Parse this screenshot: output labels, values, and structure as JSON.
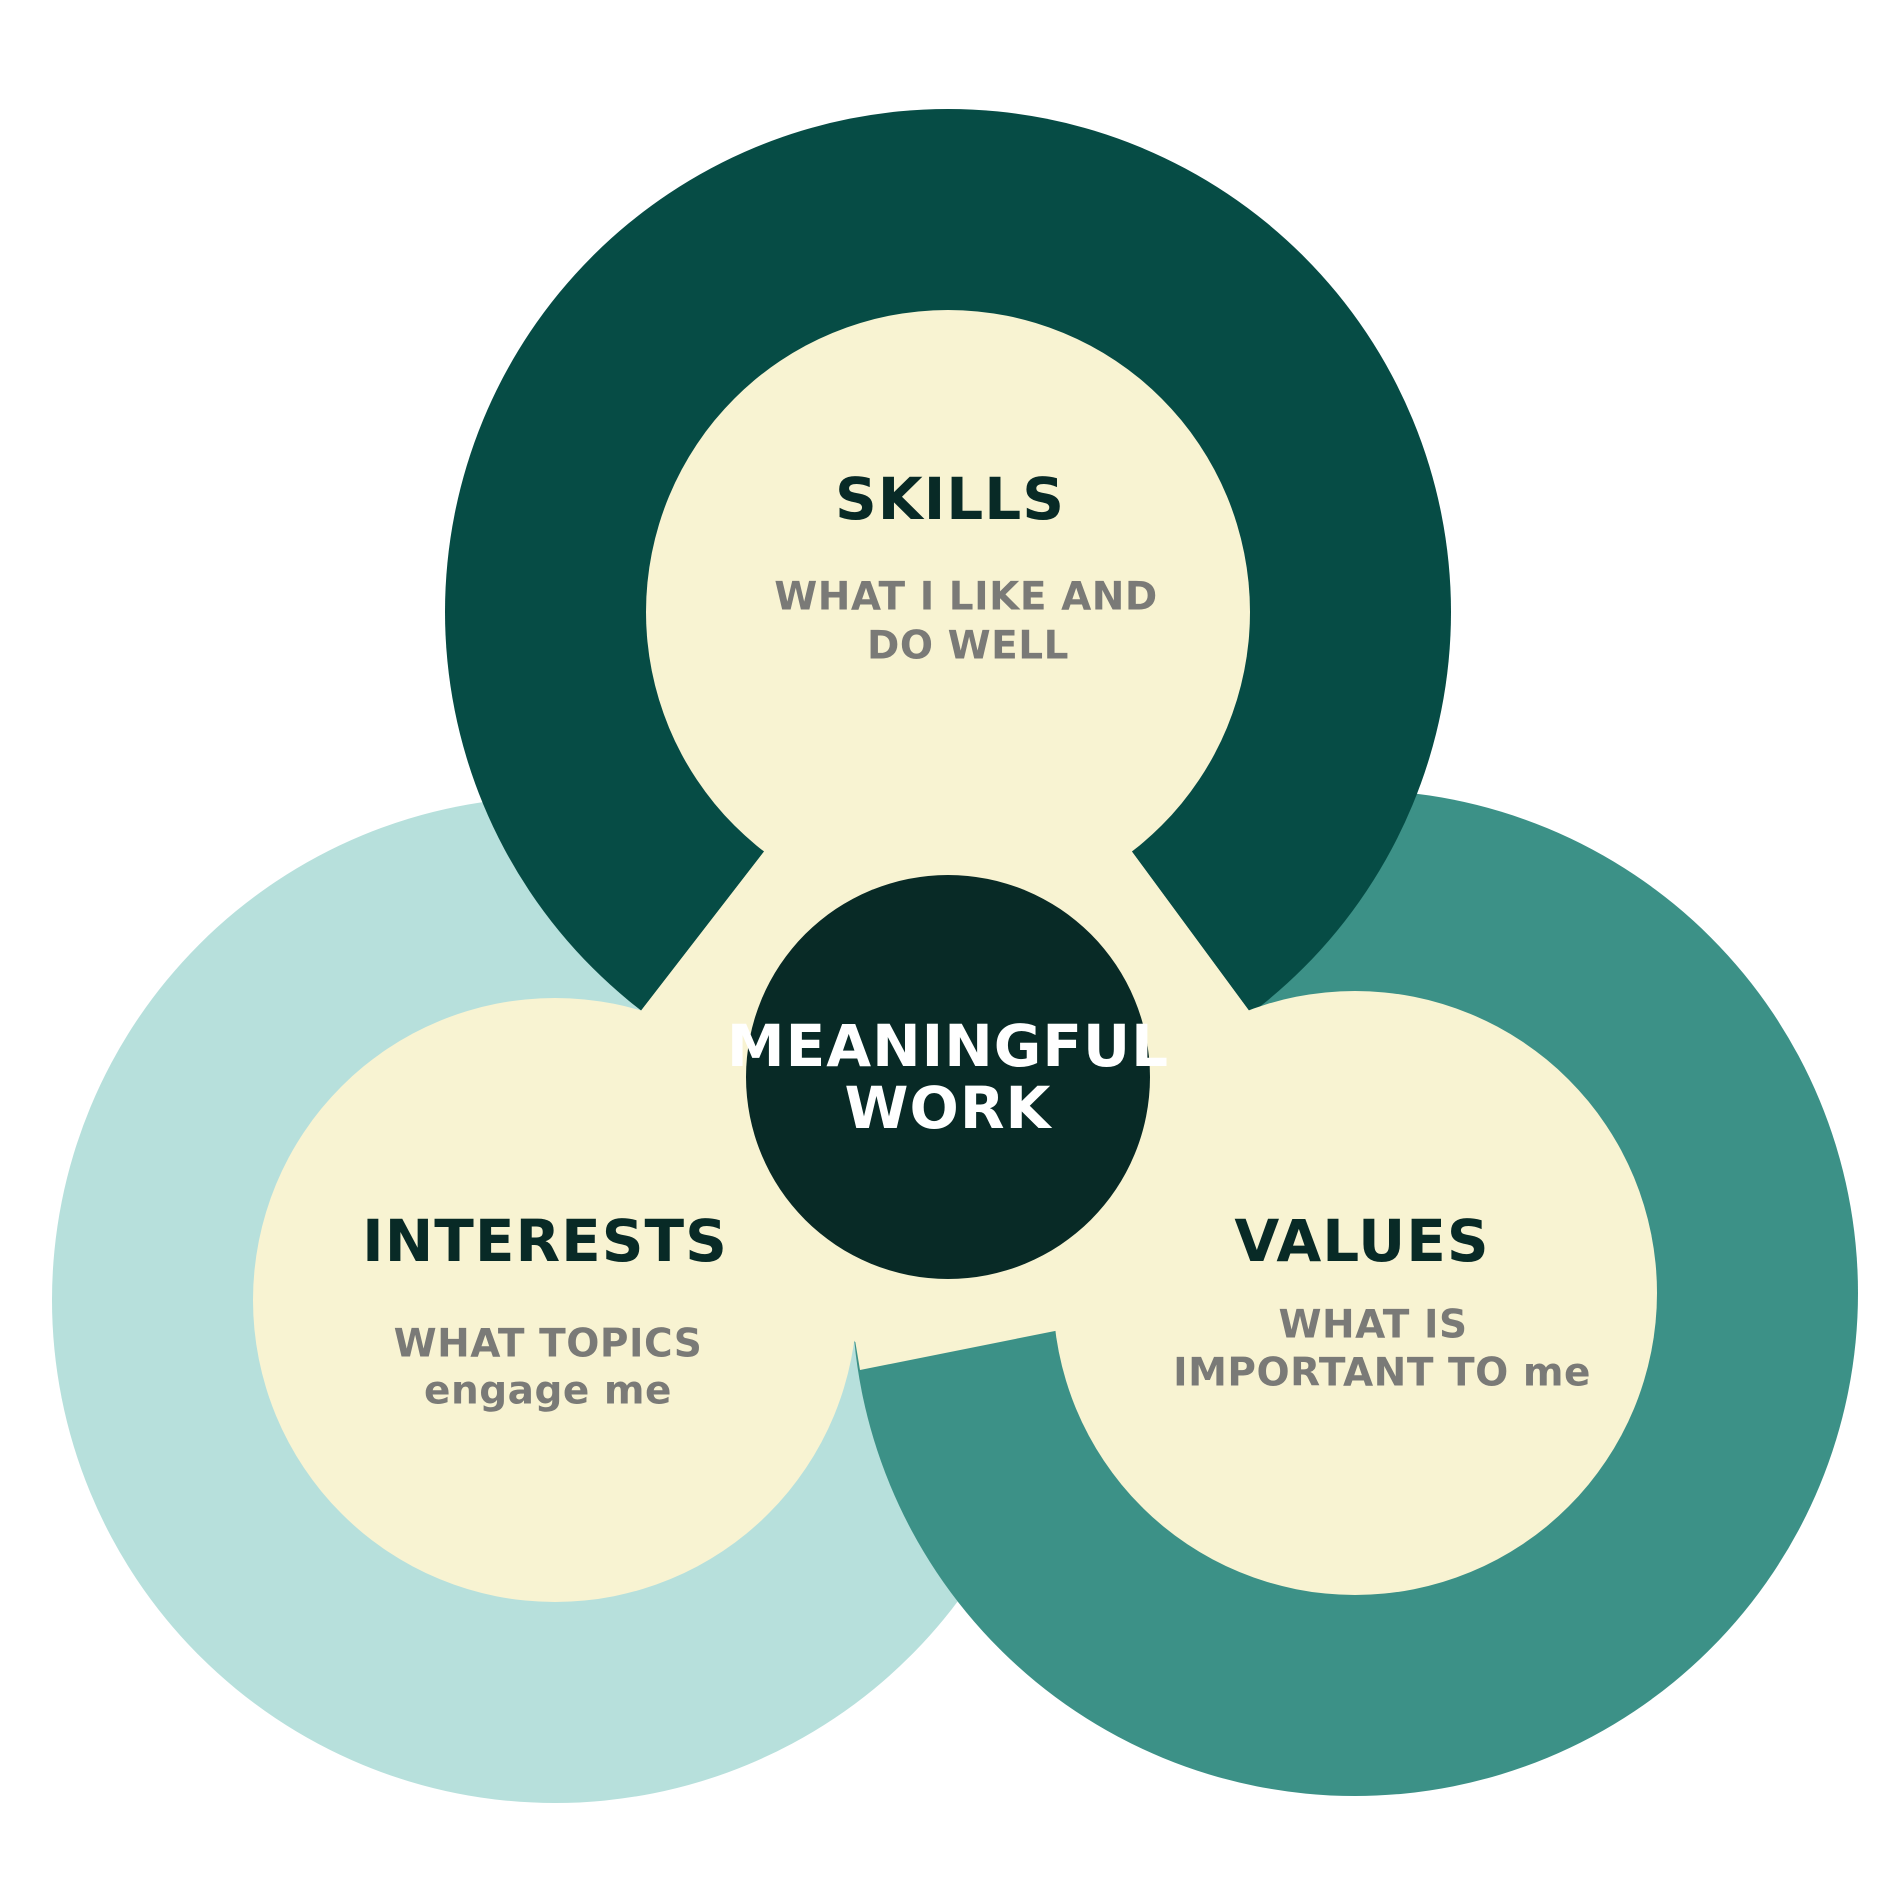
{
  "colors": {
    "background": "#ffffff",
    "skills_ring": "#064c45",
    "values_ring": "#3c9187",
    "interests_ring": "#b7e0dc",
    "inner_fill": "#f8f3d2",
    "center_fill": "#082a26",
    "title_text": "#082a26",
    "subtitle_text": "#7a7a77",
    "center_text": "#ffffff"
  },
  "center": {
    "line1": "MEANINGFUL",
    "line2": "WORK"
  },
  "skills": {
    "title": "SKILLS",
    "subtitle_line1": "WHAT I LIKE AND",
    "subtitle_line2": "DO WELL"
  },
  "interests": {
    "title": "INTERESTS",
    "subtitle_line1": "WHAT TOPICS",
    "subtitle_line2": "engage me"
  },
  "values": {
    "title": "VALUES",
    "subtitle_line1": "WHAT IS",
    "subtitle_line2": "IMPORTANT TO me"
  }
}
